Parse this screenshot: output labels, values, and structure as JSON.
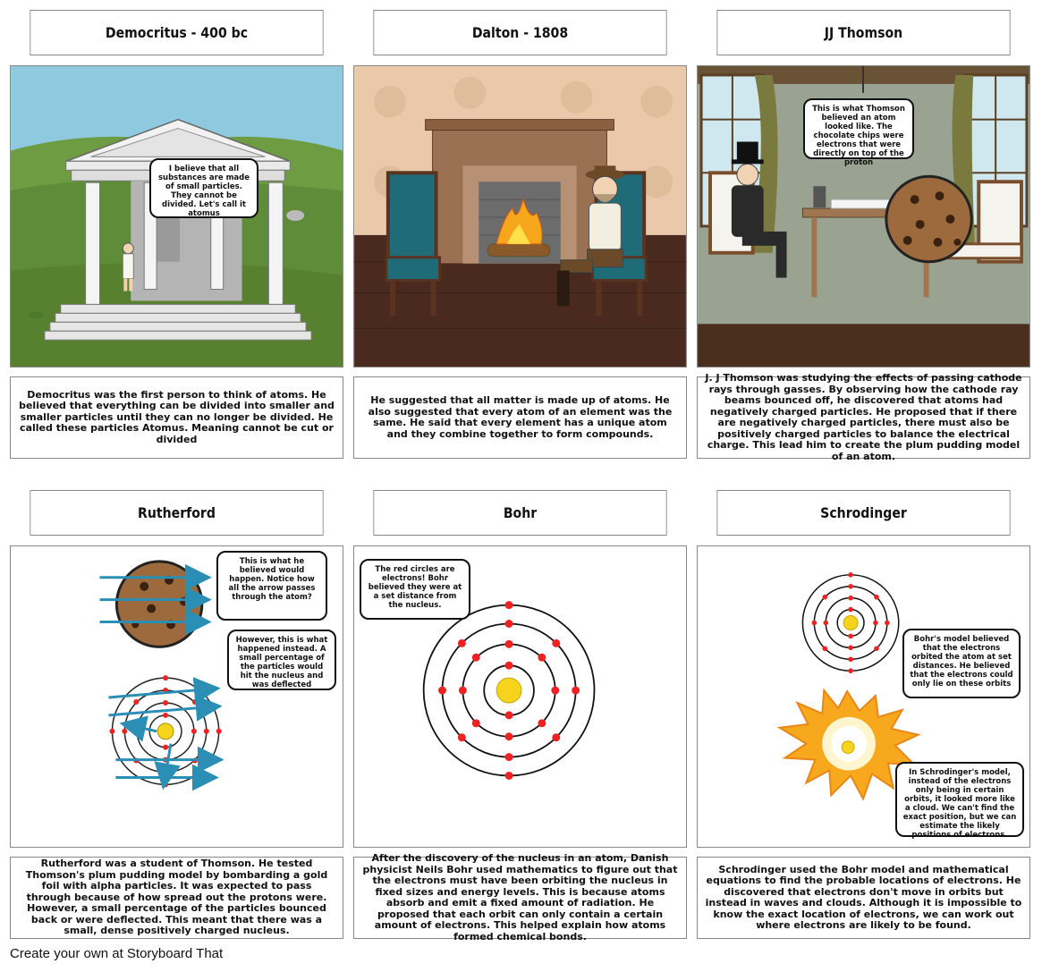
{
  "panels": [
    {
      "title": "Democritus - 400 bc",
      "bubbles": [
        "I believe that all substances are made of small particles. They cannot be divided. Let's call it atomus"
      ],
      "description": "Democritus was the first person to think of atoms. He believed that everything can be divided into smaller and smaller particles until they can no longer be divided. He called these particles Atomus. Meaning cannot be cut or divided"
    },
    {
      "title": "Dalton - 1808",
      "bubbles": [],
      "description": "He suggested that all matter is made up of atoms. He also suggested that every atom of an element was the same. He said that every element has a unique atom and they combine together to form compounds."
    },
    {
      "title": "JJ Thomson",
      "bubbles": [
        "This is what Thomson believed an atom looked like. The chocolate chips were electrons that were directly on top of the proton"
      ],
      "description": "J. J Thomson was studying the effects of passing cathode rays through gasses. By observing how the cathode ray beams bounced off, he discovered that atoms had negatively charged particles. He proposed that if there are negatively charged particles, there must also be positively charged particles to balance the electrical charge. This lead him to create the plum pudding model of an atom."
    },
    {
      "title": "Rutherford",
      "bubbles": [
        "This is what he believed would happen. Notice how all the arrow passes through the atom?",
        "However, this is what happened instead. A small percentage of the particles would hit the nucleus and was deflected"
      ],
      "description": "Rutherford was a student of Thomson. He tested Thomson's plum pudding model by bombarding a gold foil with alpha particles. It was expected to pass through because of how spread out the protons were. However, a small percentage of the particles bounced back or were deflected. This meant that there was a small, dense positively charged nucleus."
    },
    {
      "title": "Bohr",
      "bubbles": [
        "The red circles are electrons! Bohr believed they were at a set distance from the nucleus."
      ],
      "description": "After the discovery of the nucleus in an atom, Danish physicist Neils Bohr used mathematics to figure out that the electrons must have been orbiting the nucleus in fixed sizes and energy levels. This is because atoms absorb and emit a fixed amount of radiation. He proposed that each orbit can only contain a certain amount of electrons. This helped explain how atoms formed chemical bonds."
    },
    {
      "title": "Schrodinger",
      "bubbles": [
        "Bohr's model believed that the electrons orbited the atom at set distances. He believed that the electrons could only lie on these orbits",
        "In Schrodinger's model, instead of the electrons only being in certain orbits, it looked more like a cloud. We can't find the exact position, but we can estimate the likely positions of electrons."
      ],
      "description": "Schrodinger used the Bohr model and mathematical equations to find the probable locations of electrons. He discovered that electrons don't move in orbits but instead in waves and clouds. Although it is impossible to know the exact location of electrons, we can work out where electrons are likely to be found."
    }
  ],
  "footer": "Create your own at Storyboard That"
}
